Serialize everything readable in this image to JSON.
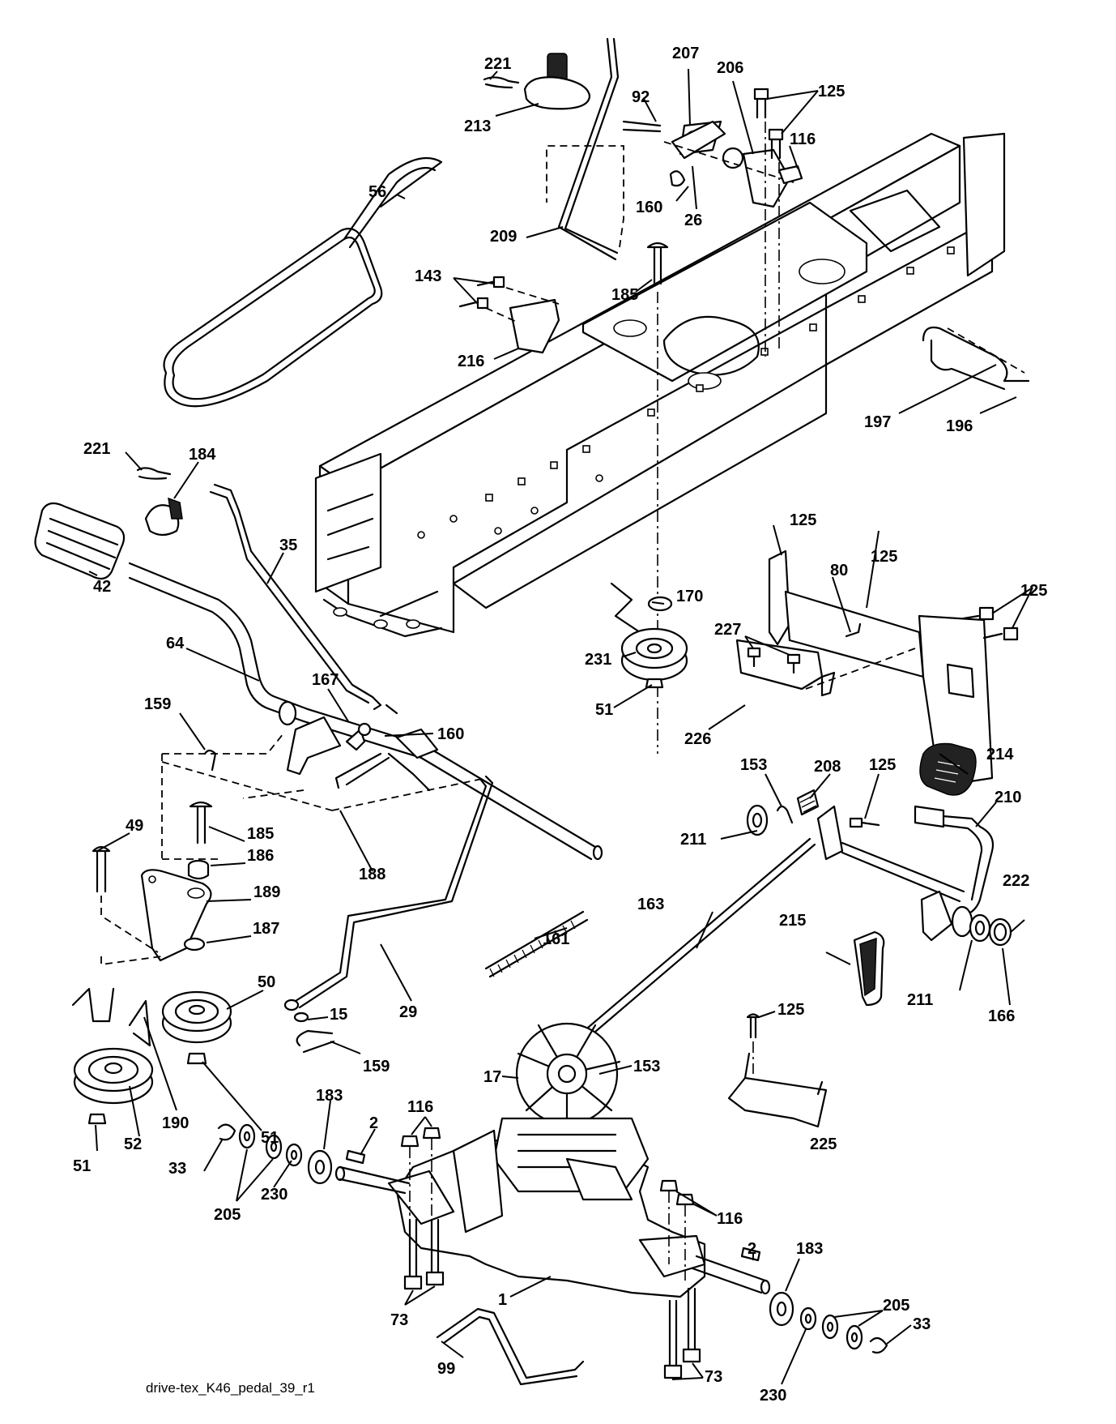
{
  "diagram_code": "drive-tex_K46_pedal_39_r1",
  "callouts": [
    {
      "id": "c221a",
      "num": "221"
    },
    {
      "id": "c213",
      "num": "213"
    },
    {
      "id": "c207",
      "num": "207"
    },
    {
      "id": "c92",
      "num": "92"
    },
    {
      "id": "c206",
      "num": "206"
    },
    {
      "id": "c125a",
      "num": "125"
    },
    {
      "id": "c116a",
      "num": "116"
    },
    {
      "id": "c56",
      "num": "56"
    },
    {
      "id": "c160a",
      "num": "160"
    },
    {
      "id": "c26",
      "num": "26"
    },
    {
      "id": "c209",
      "num": "209"
    },
    {
      "id": "c143",
      "num": "143"
    },
    {
      "id": "c185a",
      "num": "185"
    },
    {
      "id": "c216",
      "num": "216"
    },
    {
      "id": "c197",
      "num": "197"
    },
    {
      "id": "c196",
      "num": "196"
    },
    {
      "id": "c221b",
      "num": "221"
    },
    {
      "id": "c184",
      "num": "184"
    },
    {
      "id": "c35",
      "num": "35"
    },
    {
      "id": "c42",
      "num": "42"
    },
    {
      "id": "c125b",
      "num": "125"
    },
    {
      "id": "c80",
      "num": "80"
    },
    {
      "id": "c125c",
      "num": "125"
    },
    {
      "id": "c125d",
      "num": "125"
    },
    {
      "id": "c170",
      "num": "170"
    },
    {
      "id": "c227",
      "num": "227"
    },
    {
      "id": "c231",
      "num": "231"
    },
    {
      "id": "c64",
      "num": "64"
    },
    {
      "id": "c167",
      "num": "167"
    },
    {
      "id": "c51a",
      "num": "51"
    },
    {
      "id": "c226",
      "num": "226"
    },
    {
      "id": "c160b",
      "num": "160"
    },
    {
      "id": "c159a",
      "num": "159"
    },
    {
      "id": "c214",
      "num": "214"
    },
    {
      "id": "c153a",
      "num": "153"
    },
    {
      "id": "c208",
      "num": "208"
    },
    {
      "id": "c125e",
      "num": "125"
    },
    {
      "id": "c210",
      "num": "210"
    },
    {
      "id": "c49",
      "num": "49"
    },
    {
      "id": "c185b",
      "num": "185"
    },
    {
      "id": "c211a",
      "num": "211"
    },
    {
      "id": "c186",
      "num": "186"
    },
    {
      "id": "c188",
      "num": "188"
    },
    {
      "id": "c189",
      "num": "189"
    },
    {
      "id": "c222",
      "num": "222"
    },
    {
      "id": "c163",
      "num": "163"
    },
    {
      "id": "c187",
      "num": "187"
    },
    {
      "id": "c161",
      "num": "161"
    },
    {
      "id": "c215",
      "num": "215"
    },
    {
      "id": "c50",
      "num": "50"
    },
    {
      "id": "c29",
      "num": "29"
    },
    {
      "id": "c211b",
      "num": "211"
    },
    {
      "id": "c166",
      "num": "166"
    },
    {
      "id": "c15",
      "num": "15"
    },
    {
      "id": "c125f",
      "num": "125"
    },
    {
      "id": "c159b",
      "num": "159"
    },
    {
      "id": "c17",
      "num": "17"
    },
    {
      "id": "c153b",
      "num": "153"
    },
    {
      "id": "c190",
      "num": "190"
    },
    {
      "id": "c51b",
      "num": "51"
    },
    {
      "id": "c183a",
      "num": "183"
    },
    {
      "id": "c116b",
      "num": "116"
    },
    {
      "id": "c52",
      "num": "52"
    },
    {
      "id": "c225",
      "num": "225"
    },
    {
      "id": "c2a",
      "num": "2"
    },
    {
      "id": "c51c",
      "num": "51"
    },
    {
      "id": "c33a",
      "num": "33"
    },
    {
      "id": "c230a",
      "num": "230"
    },
    {
      "id": "c205a",
      "num": "205"
    },
    {
      "id": "c116c",
      "num": "116"
    },
    {
      "id": "c2b",
      "num": "2"
    },
    {
      "id": "c183b",
      "num": "183"
    },
    {
      "id": "c1",
      "num": "1"
    },
    {
      "id": "c205b",
      "num": "205"
    },
    {
      "id": "c73a",
      "num": "73"
    },
    {
      "id": "c33b",
      "num": "33"
    },
    {
      "id": "c99",
      "num": "99"
    },
    {
      "id": "c73b",
      "num": "73"
    },
    {
      "id": "c230b",
      "num": "230"
    }
  ]
}
